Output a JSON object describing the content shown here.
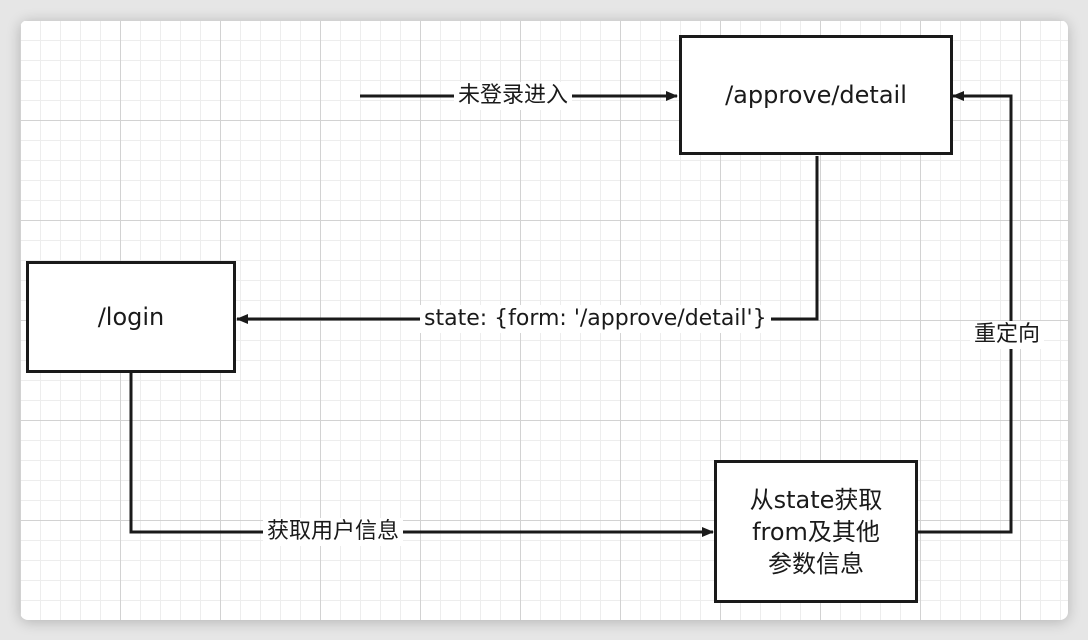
{
  "nodes": {
    "approve_detail": "/approve/detail",
    "login": "/login",
    "from_state": "从state获取\nfrom及其他\n参数信息"
  },
  "edges": {
    "entry": "未登录进入",
    "to_login": "state: {form: '/approve/detail'}",
    "get_user": "获取用户信息",
    "redirect": "重定向"
  },
  "colors": {
    "line": "#1a1a1a",
    "grid_major": "#d2d2d2",
    "grid_minor": "#ededed",
    "background": "#ffffff"
  }
}
